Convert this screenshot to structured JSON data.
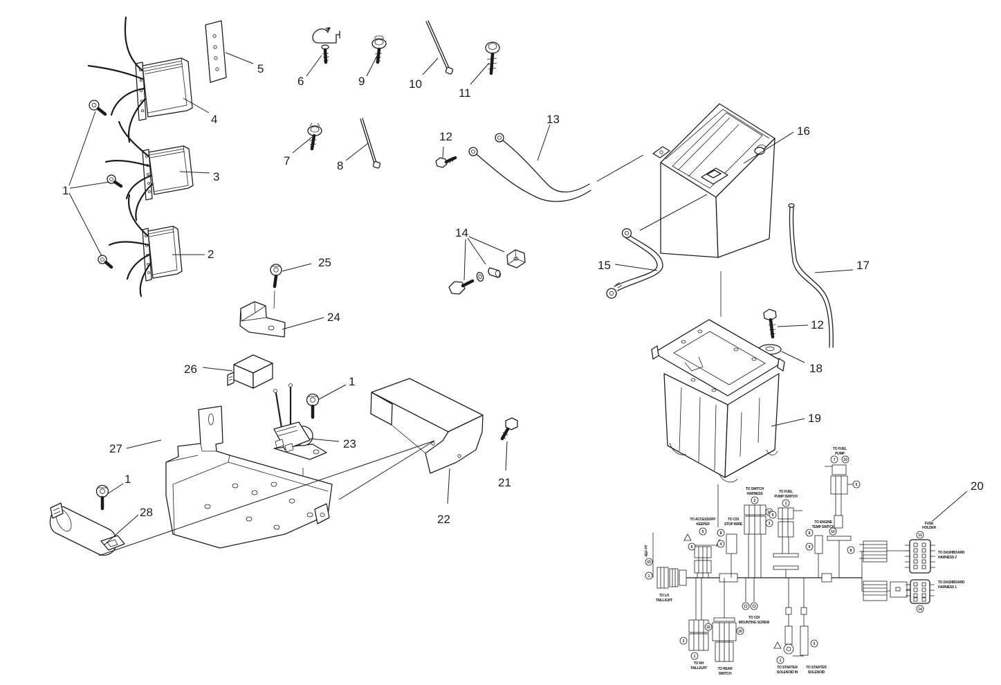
{
  "meta": {
    "background": "#ffffff",
    "line_color": "#1b1b1b",
    "text_color": "#111111",
    "diagram_type": "exploded parts diagram - electrical system"
  },
  "callouts": {
    "group1_left": "1",
    "group1_mid": "1",
    "group1_bottom": "1",
    "item2": "2",
    "item3": "3",
    "item4": "4",
    "item5": "5",
    "item6": "6",
    "item7": "7",
    "item8": "8",
    "item9": "9",
    "item10": "10",
    "item11": "11",
    "item12_left": "12",
    "item12_right": "12",
    "item13": "13",
    "item14": "14",
    "item15": "15",
    "item16": "16",
    "item17": "17",
    "item18": "18",
    "item19": "19",
    "item20": "20",
    "item21": "21",
    "item22": "22",
    "item23": "23",
    "item24": "24",
    "item25": "25",
    "item26": "26",
    "item27": "27",
    "item28": "28"
  },
  "harness": {
    "labels": {
      "fuel_pump": [
        "TO FUEL",
        "PUMP"
      ],
      "switch_harness": [
        "TO SWITCH",
        "HARNESS"
      ],
      "fuel_pump_switch": [
        "TO FUEL",
        "PUMP SWITCH"
      ],
      "accessory": [
        "TO ACCESSORY",
        "KEEPER"
      ],
      "cdi_stop": [
        "TO CDI",
        "STOP WIRE"
      ],
      "engine_temp": [
        "TO ENGINE",
        "TEMP SWITCH"
      ],
      "fuse": [
        "FUSE",
        "HOLDER"
      ],
      "ref_pt": "REF PT",
      "lh_taillight": [
        "TO LH",
        "TAILLIGHT"
      ],
      "rh_taillight": [
        "TO RH",
        "TAILLIGHT"
      ],
      "rear_switch": [
        "TO REAR",
        "SWITCH"
      ],
      "cdi_mounting": [
        "TO CDI",
        "MOUNTING SCREW"
      ],
      "starter_solenoid_in": [
        "TO STARTER",
        "SOLENOID IN"
      ],
      "starter_solenoid": [
        "TO STARTER",
        "SOLENOID"
      ],
      "dashboard2": [
        "TO DASHBOARD",
        "HARNESS 2"
      ],
      "dashboard1": [
        "TO DASHBOARD",
        "HARNESS 1"
      ]
    },
    "refs": {
      "a": "2",
      "b": "1",
      "c": "7",
      "d": "10",
      "e": "5",
      "f": "8",
      "g": "4",
      "h": "9",
      "i": "5",
      "j": "6",
      "k": "8",
      "l": "10",
      "m": "23",
      "n": "1",
      "o": "9",
      "p": "3",
      "q": "5",
      "r": "1",
      "s": "22",
      "t": "10",
      "u": "8",
      "v": "1",
      "w": "3",
      "x": "10",
      "y": "11",
      "z": "14"
    }
  }
}
